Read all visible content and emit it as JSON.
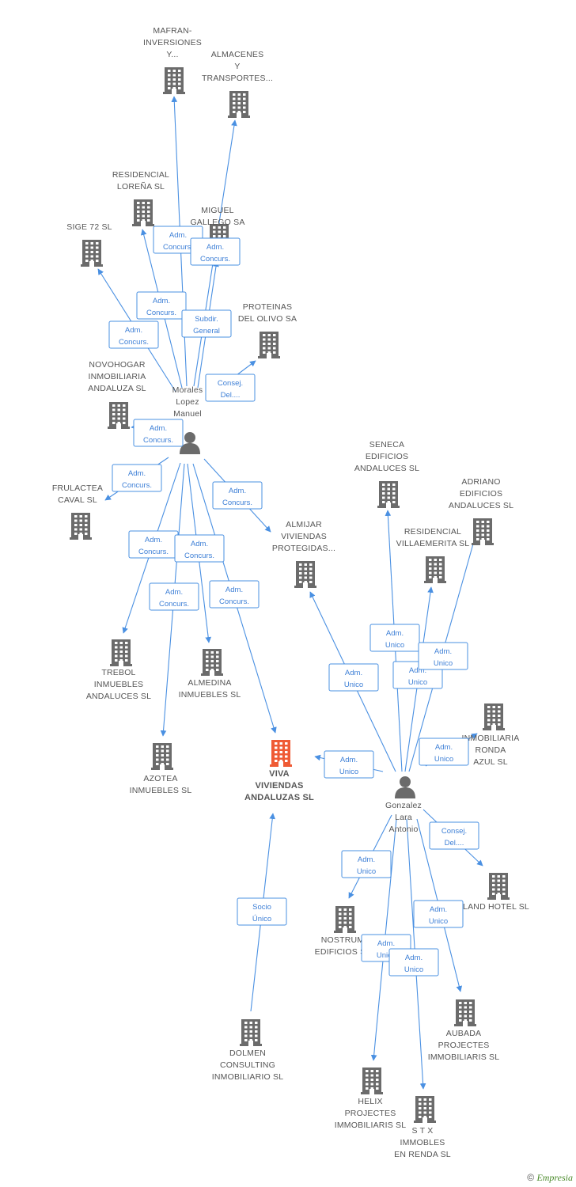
{
  "colors": {
    "edge": "#4a90e2",
    "company": "#6b6b6b",
    "main_company": "#ef5b35",
    "person": "#6b6b6b"
  },
  "footer": {
    "copyright": "©",
    "brand": "Empresia"
  },
  "nodes": [
    {
      "id": "mafran",
      "type": "company",
      "label": [
        "MAFRAN-",
        "INVERSIONES",
        "Y..."
      ]
    },
    {
      "id": "almacenes",
      "type": "company",
      "label": [
        "ALMACENES",
        "Y",
        "TRANSPORTES..."
      ]
    },
    {
      "id": "residencial_lorena",
      "type": "company",
      "label": [
        "RESIDENCIAL",
        "LOREÑA SL"
      ]
    },
    {
      "id": "miguel_gallego",
      "type": "company",
      "label": [
        "MIGUEL",
        "GALLEGO SA"
      ]
    },
    {
      "id": "sige",
      "type": "company",
      "label": [
        "SIGE 72 SL"
      ]
    },
    {
      "id": "proteinas",
      "type": "company",
      "label": [
        "PROTEINAS",
        "DEL OLIVO SA"
      ]
    },
    {
      "id": "novohogar",
      "type": "company",
      "label": [
        "NOVOHOGAR",
        "INMOBILIARIA",
        "ANDALUZA SL"
      ]
    },
    {
      "id": "morales",
      "type": "person",
      "label": [
        "Morales",
        "Lopez",
        "Manuel"
      ]
    },
    {
      "id": "frulactea",
      "type": "company",
      "label": [
        "FRULACTEA",
        "CAVAL SL"
      ]
    },
    {
      "id": "almijar",
      "type": "company",
      "label": [
        "ALMIJAR",
        "VIVIENDAS",
        "PROTEGIDAS..."
      ]
    },
    {
      "id": "seneca",
      "type": "company",
      "label": [
        "SENECA",
        "EDIFICIOS",
        "ANDALUCES SL"
      ]
    },
    {
      "id": "adriano",
      "type": "company",
      "label": [
        "ADRIANO",
        "EDIFICIOS",
        "ANDALUCES SL"
      ]
    },
    {
      "id": "villaemerita",
      "type": "company",
      "label": [
        "RESIDENCIAL",
        "VILLAEMERITA SL"
      ]
    },
    {
      "id": "trebol",
      "type": "company",
      "label": [
        "TREBOL",
        "INMUEBLES",
        "ANDALUCES SL"
      ]
    },
    {
      "id": "almedina",
      "type": "company",
      "label": [
        "ALMEDINA",
        "INMUEBLES SL"
      ]
    },
    {
      "id": "ronda",
      "type": "company",
      "label": [
        "INMOBILIARIA",
        "RONDA",
        "AZUL SL"
      ]
    },
    {
      "id": "azotea",
      "type": "company",
      "label": [
        "AZOTEA",
        "INMUEBLES SL"
      ]
    },
    {
      "id": "viva",
      "type": "main",
      "label": [
        "VIVA",
        "VIVIENDAS",
        "ANDALUZAS SL"
      ]
    },
    {
      "id": "gonzalez",
      "type": "person",
      "label": [
        "Gonzalez",
        "Lara",
        "Antonio"
      ]
    },
    {
      "id": "land_hotel",
      "type": "company",
      "label": [
        "LAND HOTEL SL"
      ]
    },
    {
      "id": "nostrum",
      "type": "company",
      "label": [
        "NOSTRUM",
        "EDIFICIOS SL"
      ]
    },
    {
      "id": "aubada",
      "type": "company",
      "label": [
        "AUBADA",
        "PROJECTES",
        "IMMOBILIARIS SL"
      ]
    },
    {
      "id": "dolmen",
      "type": "company",
      "label": [
        "DOLMEN",
        "CONSULTING",
        "INMOBILIARIO SL"
      ]
    },
    {
      "id": "helix",
      "type": "company",
      "label": [
        "HELIX",
        "PROJECTES",
        "IMMOBILIARIS SL"
      ]
    },
    {
      "id": "stx",
      "type": "company",
      "label": [
        "S T X",
        "IMMOBLES",
        "EN RENDA SL"
      ]
    }
  ],
  "edges": [
    {
      "from": "morales",
      "to": "mafran",
      "label": [
        "Adm.",
        "Concurs."
      ]
    },
    {
      "from": "morales",
      "to": "almacenes",
      "label": [
        "Adm.",
        "Concurs."
      ]
    },
    {
      "from": "morales",
      "to": "residencial_lorena",
      "label": [
        "Adm.",
        "Concurs."
      ]
    },
    {
      "from": "morales",
      "to": "miguel_gallego",
      "label": [
        "Subdir.",
        "General"
      ]
    },
    {
      "from": "morales",
      "to": "sige",
      "label": [
        "Adm.",
        "Concurs."
      ]
    },
    {
      "from": "morales",
      "to": "proteinas",
      "label": [
        "Consej.",
        "Del...."
      ]
    },
    {
      "from": "morales",
      "to": "novohogar",
      "label": [
        "Adm.",
        "Concurs."
      ]
    },
    {
      "from": "morales",
      "to": "frulactea",
      "label": [
        "Adm.",
        "Concurs."
      ]
    },
    {
      "from": "morales",
      "to": "almijar",
      "label": [
        "Adm.",
        "Concurs."
      ]
    },
    {
      "from": "morales",
      "to": "trebol",
      "label": [
        "Adm.",
        "Concurs."
      ]
    },
    {
      "from": "morales",
      "to": "almedina",
      "label": [
        "Adm.",
        "Concurs."
      ]
    },
    {
      "from": "morales",
      "to": "azotea",
      "label": [
        "Adm.",
        "Concurs."
      ]
    },
    {
      "from": "morales",
      "to": "viva",
      "label": [
        "Adm.",
        "Concurs."
      ]
    },
    {
      "from": "gonzalez",
      "to": "almijar",
      "label": [
        "Adm.",
        "Unico"
      ]
    },
    {
      "from": "gonzalez",
      "to": "seneca",
      "label": [
        "Adm.",
        "Unico"
      ]
    },
    {
      "from": "gonzalez",
      "to": "villaemerita",
      "label": [
        "Adm.",
        "Unico"
      ]
    },
    {
      "from": "gonzalez",
      "to": "adriano",
      "label": [
        "Adm.",
        "Unico"
      ]
    },
    {
      "from": "gonzalez",
      "to": "ronda",
      "label": [
        "Adm.",
        "Unico"
      ]
    },
    {
      "from": "gonzalez",
      "to": "viva",
      "label": [
        "Adm.",
        "Unico"
      ]
    },
    {
      "from": "gonzalez",
      "to": "land_hotel",
      "label": [
        "Consej.",
        "Del...."
      ]
    },
    {
      "from": "gonzalez",
      "to": "nostrum",
      "label": [
        "Adm.",
        "Unico"
      ]
    },
    {
      "from": "gonzalez",
      "to": "aubada",
      "label": [
        "Adm.",
        "Unico"
      ]
    },
    {
      "from": "gonzalez",
      "to": "helix",
      "label": [
        "Adm.",
        "Unico"
      ]
    },
    {
      "from": "gonzalez",
      "to": "stx",
      "label": [
        "Adm.",
        "Unico"
      ]
    },
    {
      "from": "dolmen",
      "to": "viva",
      "label": [
        "Socio",
        "Único"
      ]
    }
  ]
}
